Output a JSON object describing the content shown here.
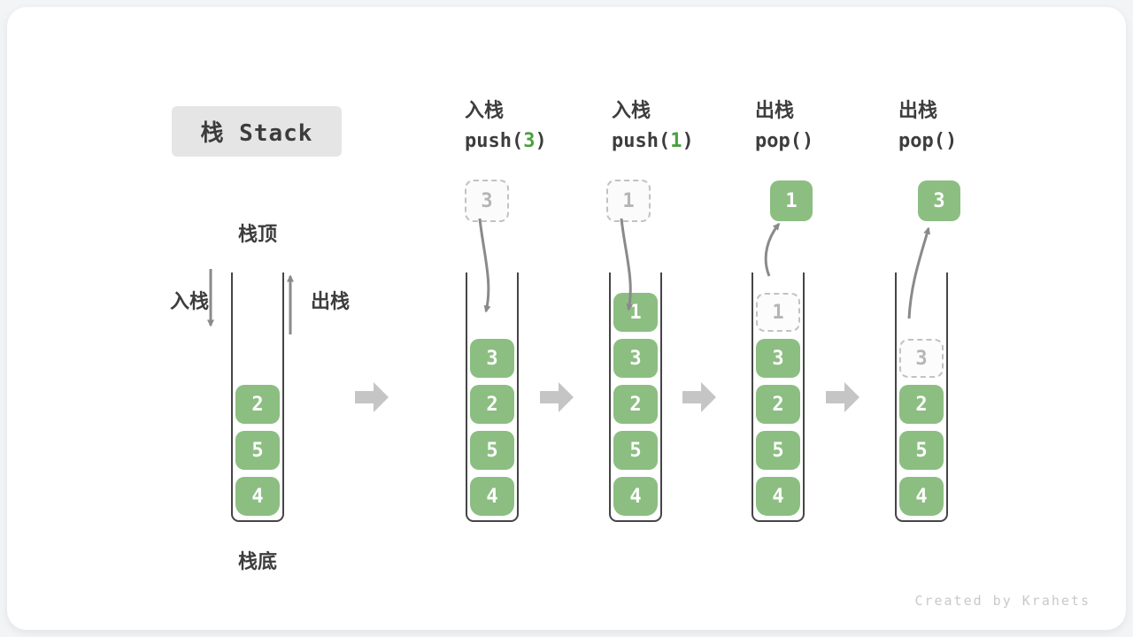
{
  "page": {
    "watermark": "Created by Krahets"
  },
  "title": {
    "text": "栈 Stack"
  },
  "legend": {
    "top": "栈顶",
    "bottom": "栈底",
    "push": "入栈",
    "pop": "出栈"
  },
  "operations": [
    {
      "label": "入栈",
      "code_pre": "push(",
      "code_arg": "3",
      "code_post": ")"
    },
    {
      "label": "入栈",
      "code_pre": "push(",
      "code_arg": "1",
      "code_post": ")"
    },
    {
      "label": "出栈",
      "code_pre": "pop()",
      "code_arg": "",
      "code_post": ""
    },
    {
      "label": "出栈",
      "code_pre": "pop()",
      "code_arg": "",
      "code_post": ""
    }
  ],
  "floating_boxes": [
    {
      "value": "3",
      "style": "ghost-dashed"
    },
    {
      "value": "1",
      "style": "ghost-dashed"
    },
    {
      "value": "1",
      "style": "solid-green"
    },
    {
      "value": "3",
      "style": "solid-green"
    }
  ],
  "stacks": [
    {
      "cells": [
        {
          "value": "2"
        },
        {
          "value": "5"
        },
        {
          "value": "4"
        }
      ]
    },
    {
      "cells": [
        {
          "value": "3"
        },
        {
          "value": "2"
        },
        {
          "value": "5"
        },
        {
          "value": "4"
        }
      ]
    },
    {
      "cells": [
        {
          "value": "1"
        },
        {
          "value": "3"
        },
        {
          "value": "2"
        },
        {
          "value": "5"
        },
        {
          "value": "4"
        }
      ]
    },
    {
      "cells": [
        {
          "value": "1",
          "ghost": true
        },
        {
          "value": "3"
        },
        {
          "value": "2"
        },
        {
          "value": "5"
        },
        {
          "value": "4"
        }
      ]
    },
    {
      "cells": [
        {
          "value": "3",
          "ghost": true
        },
        {
          "value": "2"
        },
        {
          "value": "5"
        },
        {
          "value": "4"
        }
      ]
    }
  ],
  "colors": {
    "cell_green": "#8cbe82",
    "code_arg_green": "#4aa03f",
    "flow_arrow_gray": "#8a8a8a",
    "step_arrow_gray": "#c5c5c5",
    "title_bg": "#e5e5e5",
    "ghost_border": "#c2c2c2",
    "container_border": "#454545"
  }
}
